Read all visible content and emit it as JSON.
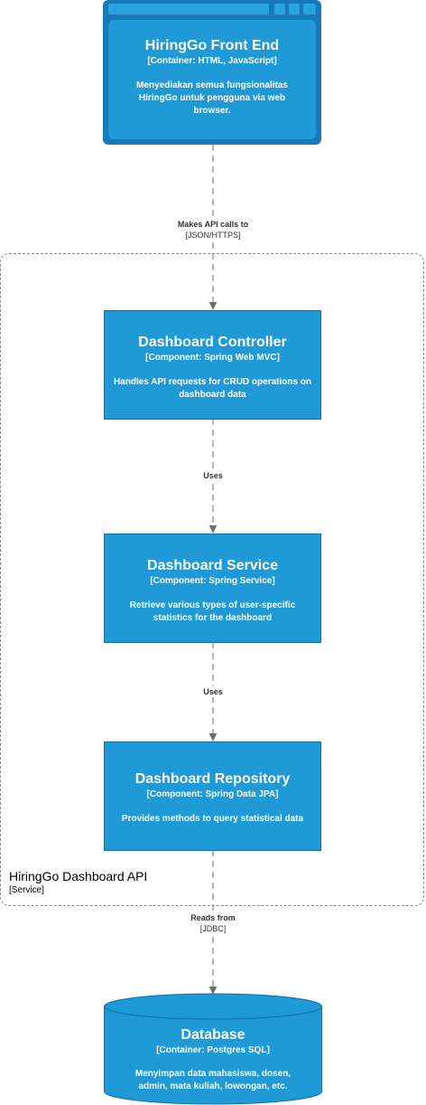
{
  "front_end": {
    "title": "HiringGo Front End",
    "technology": "[Container: HTML, JavaScript]",
    "description": "Menyediakan semua fungsionalitas HiringGo untuk pengguna via web browser."
  },
  "boundary": {
    "title": "HiringGo Dashboard API",
    "type": "[Service]"
  },
  "controller": {
    "title": "Dashboard Controller",
    "technology": "[Component: Spring Web MVC]",
    "description": "Handles API requests for CRUD operations on dashboard data"
  },
  "service": {
    "title": "Dashboard Service",
    "technology": "[Component: Spring Service]",
    "description": "Retrieve various types of user-specific statistics for the dashboard"
  },
  "repository": {
    "title": "Dashboard Repository",
    "technology": "[Component: Spring Data JPA]",
    "description": "Provides methods to query statistical data"
  },
  "database": {
    "title": "Database",
    "technology": "[Container: Postgres SQL]",
    "description": "Menyimpan data mahasiswa, dosen, admin, mata kuliah, lowongan, etc."
  },
  "edges": {
    "frontend_to_controller": {
      "label": "Makes API calls to",
      "technology": "[JSON/HTTPS]"
    },
    "controller_to_service": {
      "label": "Uses"
    },
    "service_to_repository": {
      "label": "Uses"
    },
    "repository_to_database": {
      "label": "Reads from",
      "technology": "[JDBC]"
    }
  },
  "colors": {
    "component_fill": "#1f9ad6",
    "component_border": "#0e6fa6",
    "webapp_frame": "#1679b8",
    "arrow": "#707070"
  }
}
